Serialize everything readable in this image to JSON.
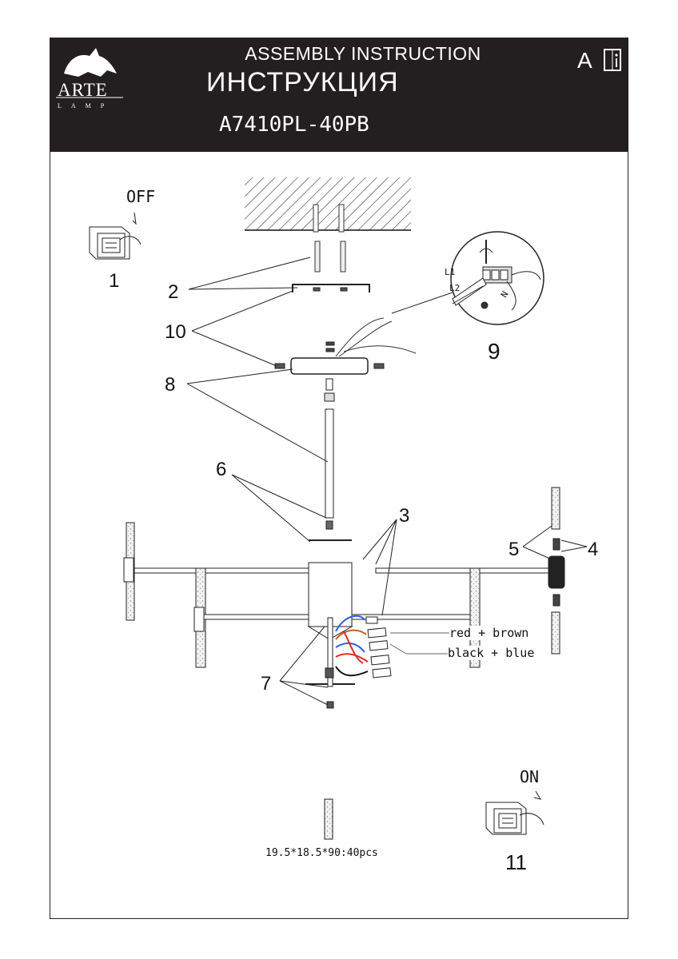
{
  "header": {
    "title_en": "ASSEMBLY INSTRUCTION",
    "title_ru": "ИНСТРУКЦИЯ",
    "model": "A7410PL-40PB",
    "logo_word": "ARTE",
    "logo_sub": "LAMP",
    "lang_badge": "A"
  },
  "steps": {
    "s1": "1",
    "s2": "2",
    "s3": "3",
    "s4": "4",
    "s5": "5",
    "s6": "6",
    "s7": "7",
    "s8": "8",
    "s9": "9",
    "s10": "10",
    "s11": "11"
  },
  "switch": {
    "off": "OFF",
    "on": "ON"
  },
  "wiring": {
    "red_brown": "red + brown",
    "black_blue": "black + blue",
    "terminal_l1": "L1",
    "terminal_l2": "L2",
    "terminal_n": "N"
  },
  "bulb_spec": "19.5*18.5*90:40pcs",
  "colors": {
    "header_bg": "#231f20",
    "wire_red": "#e03020",
    "wire_blue": "#3060e0",
    "wire_brown": "#c06020"
  }
}
